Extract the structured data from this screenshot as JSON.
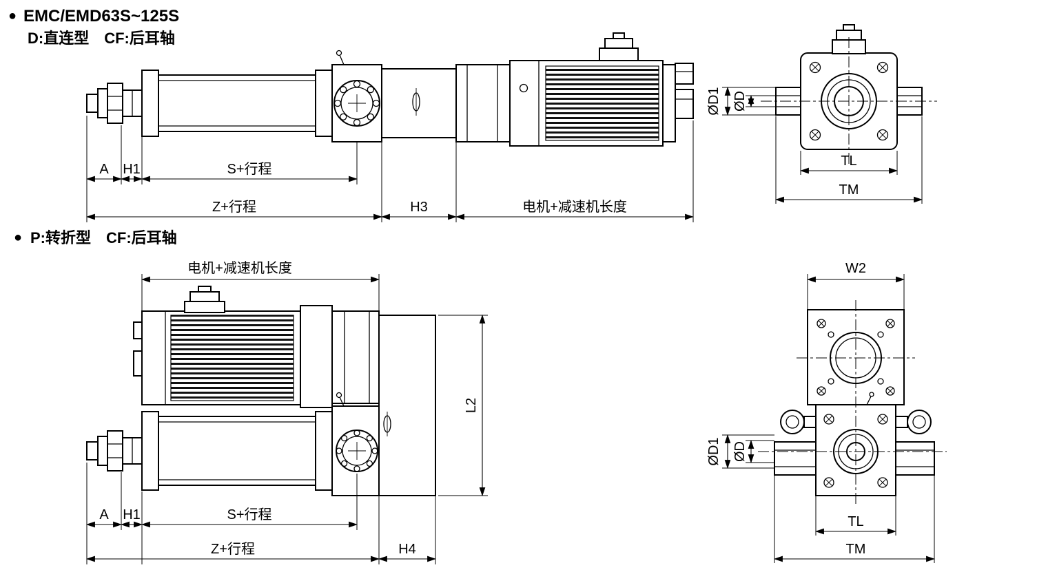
{
  "colors": {
    "ink": "#000000",
    "background": "#ffffff"
  },
  "sections": {
    "top": {
      "bullet": "●",
      "title": "EMC/EMD63S~125S",
      "subtitle": "D:直连型　CF:后耳轴",
      "dims": {
        "A": "A",
        "H1": "H1",
        "S": "S+行程",
        "Z": "Z+行程",
        "H3": "H3",
        "motor_len": "电机+减速机长度",
        "TL": "TL",
        "TM": "TM",
        "D1": "ØD1",
        "D": "ØD"
      }
    },
    "bottom": {
      "bullet": "●",
      "title": "P:转折型　CF:后耳轴",
      "dims": {
        "motor_len": "电机+减速机长度",
        "W2": "W2",
        "L2": "L2",
        "A": "A",
        "H1": "H1",
        "S": "S+行程",
        "Z": "Z+行程",
        "H4": "H4",
        "TL": "TL",
        "TM": "TM",
        "D1": "ØD1",
        "D": "ØD"
      }
    }
  }
}
